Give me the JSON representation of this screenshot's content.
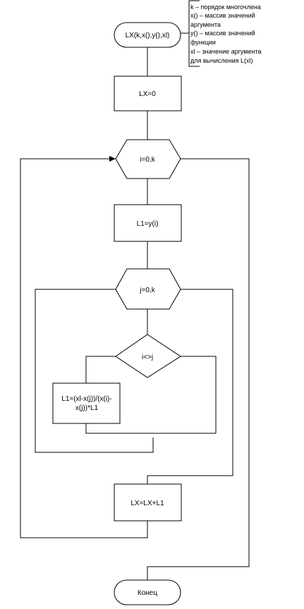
{
  "diagram": {
    "start_label": "LX(k,x(),y(),xl)",
    "annotation": [
      "k – порядок многочлена",
      "x() – массив значений",
      "аргумента",
      "y() – массив значений",
      "функции",
      "xl – значение аргумента",
      "для вычисления  L(xl)"
    ],
    "init_label": "LX=0",
    "outer_loop_label": "i=0,k",
    "assign_l1_label": "L1=y(i)",
    "inner_loop_label": "j=0,k",
    "decision_label": "i<>j",
    "product_label": [
      "L1=(xl-x(j))/(x(i)-",
      "x(j))*L1"
    ],
    "sum_label": "LX=LX+L1",
    "end_label": "Конец"
  }
}
